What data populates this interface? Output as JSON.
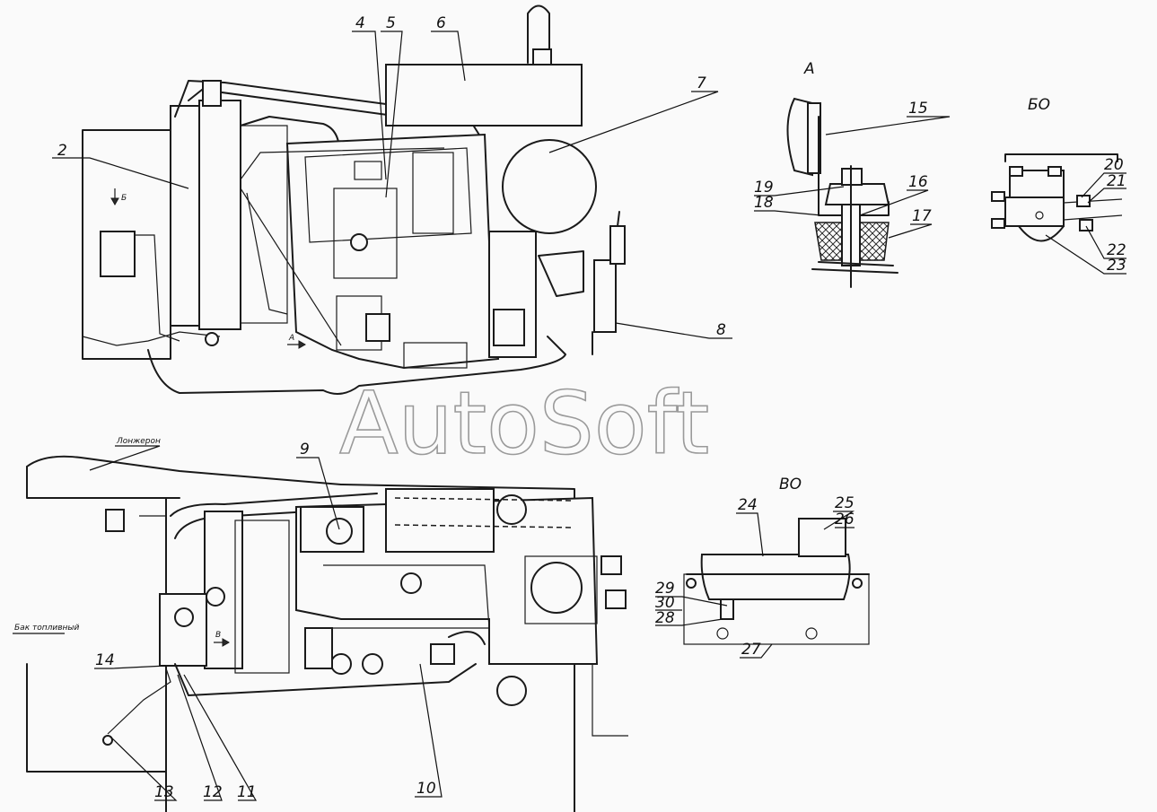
{
  "watermark": "AutoSoft",
  "views": {
    "a": "А",
    "b": "БО",
    "v": "ВО"
  },
  "arrows": {
    "a": "А",
    "b": "Б",
    "v": "В"
  },
  "notes": {
    "lonzheron": "Лонжерон",
    "tank": "Бак топливный"
  },
  "callouts": [
    "2",
    "4",
    "5",
    "6",
    "7",
    "8",
    "9",
    "10",
    "11",
    "12",
    "13",
    "14",
    "15",
    "16",
    "17",
    "18",
    "19",
    "20",
    "21",
    "22",
    "23",
    "24",
    "25",
    "26",
    "27",
    "28",
    "29",
    "30"
  ]
}
